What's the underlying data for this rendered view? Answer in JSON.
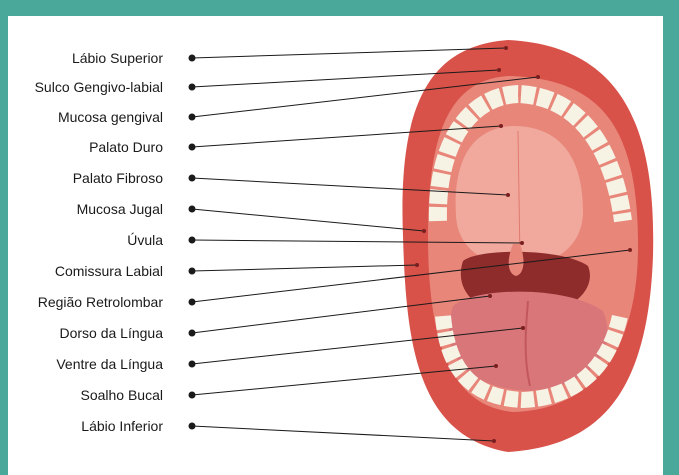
{
  "labels": [
    "Lábio Superior",
    "Sulco Gengivo-labial",
    "Mucosa gengival",
    "Palato Duro",
    "Palato Fibroso",
    "Mucosa Jugal",
    "Úvula",
    "Comissura Labial",
    "Região Retrolombar",
    "Dorso da Língua",
    "Ventre da Língua",
    "Soalho Bucal",
    "Lábio Inferior"
  ],
  "colors": {
    "border": "#4aa89a",
    "lips": "#d8524a",
    "mucosa": "#e8867a",
    "palate": "#f0a99c",
    "throat": "#8e2b2b",
    "tongue": "#d9767a",
    "teeth": "#f6f2e4",
    "line": "#1a1a1a"
  }
}
